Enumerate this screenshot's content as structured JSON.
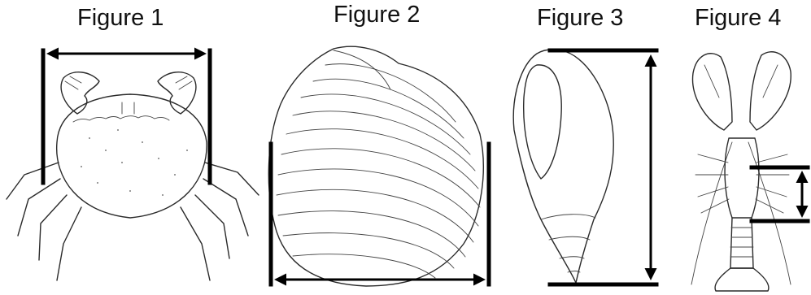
{
  "figures": [
    {
      "title": "Figure 1",
      "subject": "crab",
      "measurement": "carapace width"
    },
    {
      "title": "Figure 2",
      "subject": "clam shell",
      "measurement": "shell length"
    },
    {
      "title": "Figure 3",
      "subject": "whelk shell",
      "measurement": "shell height"
    },
    {
      "title": "Figure 4",
      "subject": "lobster",
      "measurement": "carapace length"
    }
  ],
  "colors": {
    "ink": "#2a2a2a",
    "measure": "#000000",
    "background": "#ffffff"
  }
}
